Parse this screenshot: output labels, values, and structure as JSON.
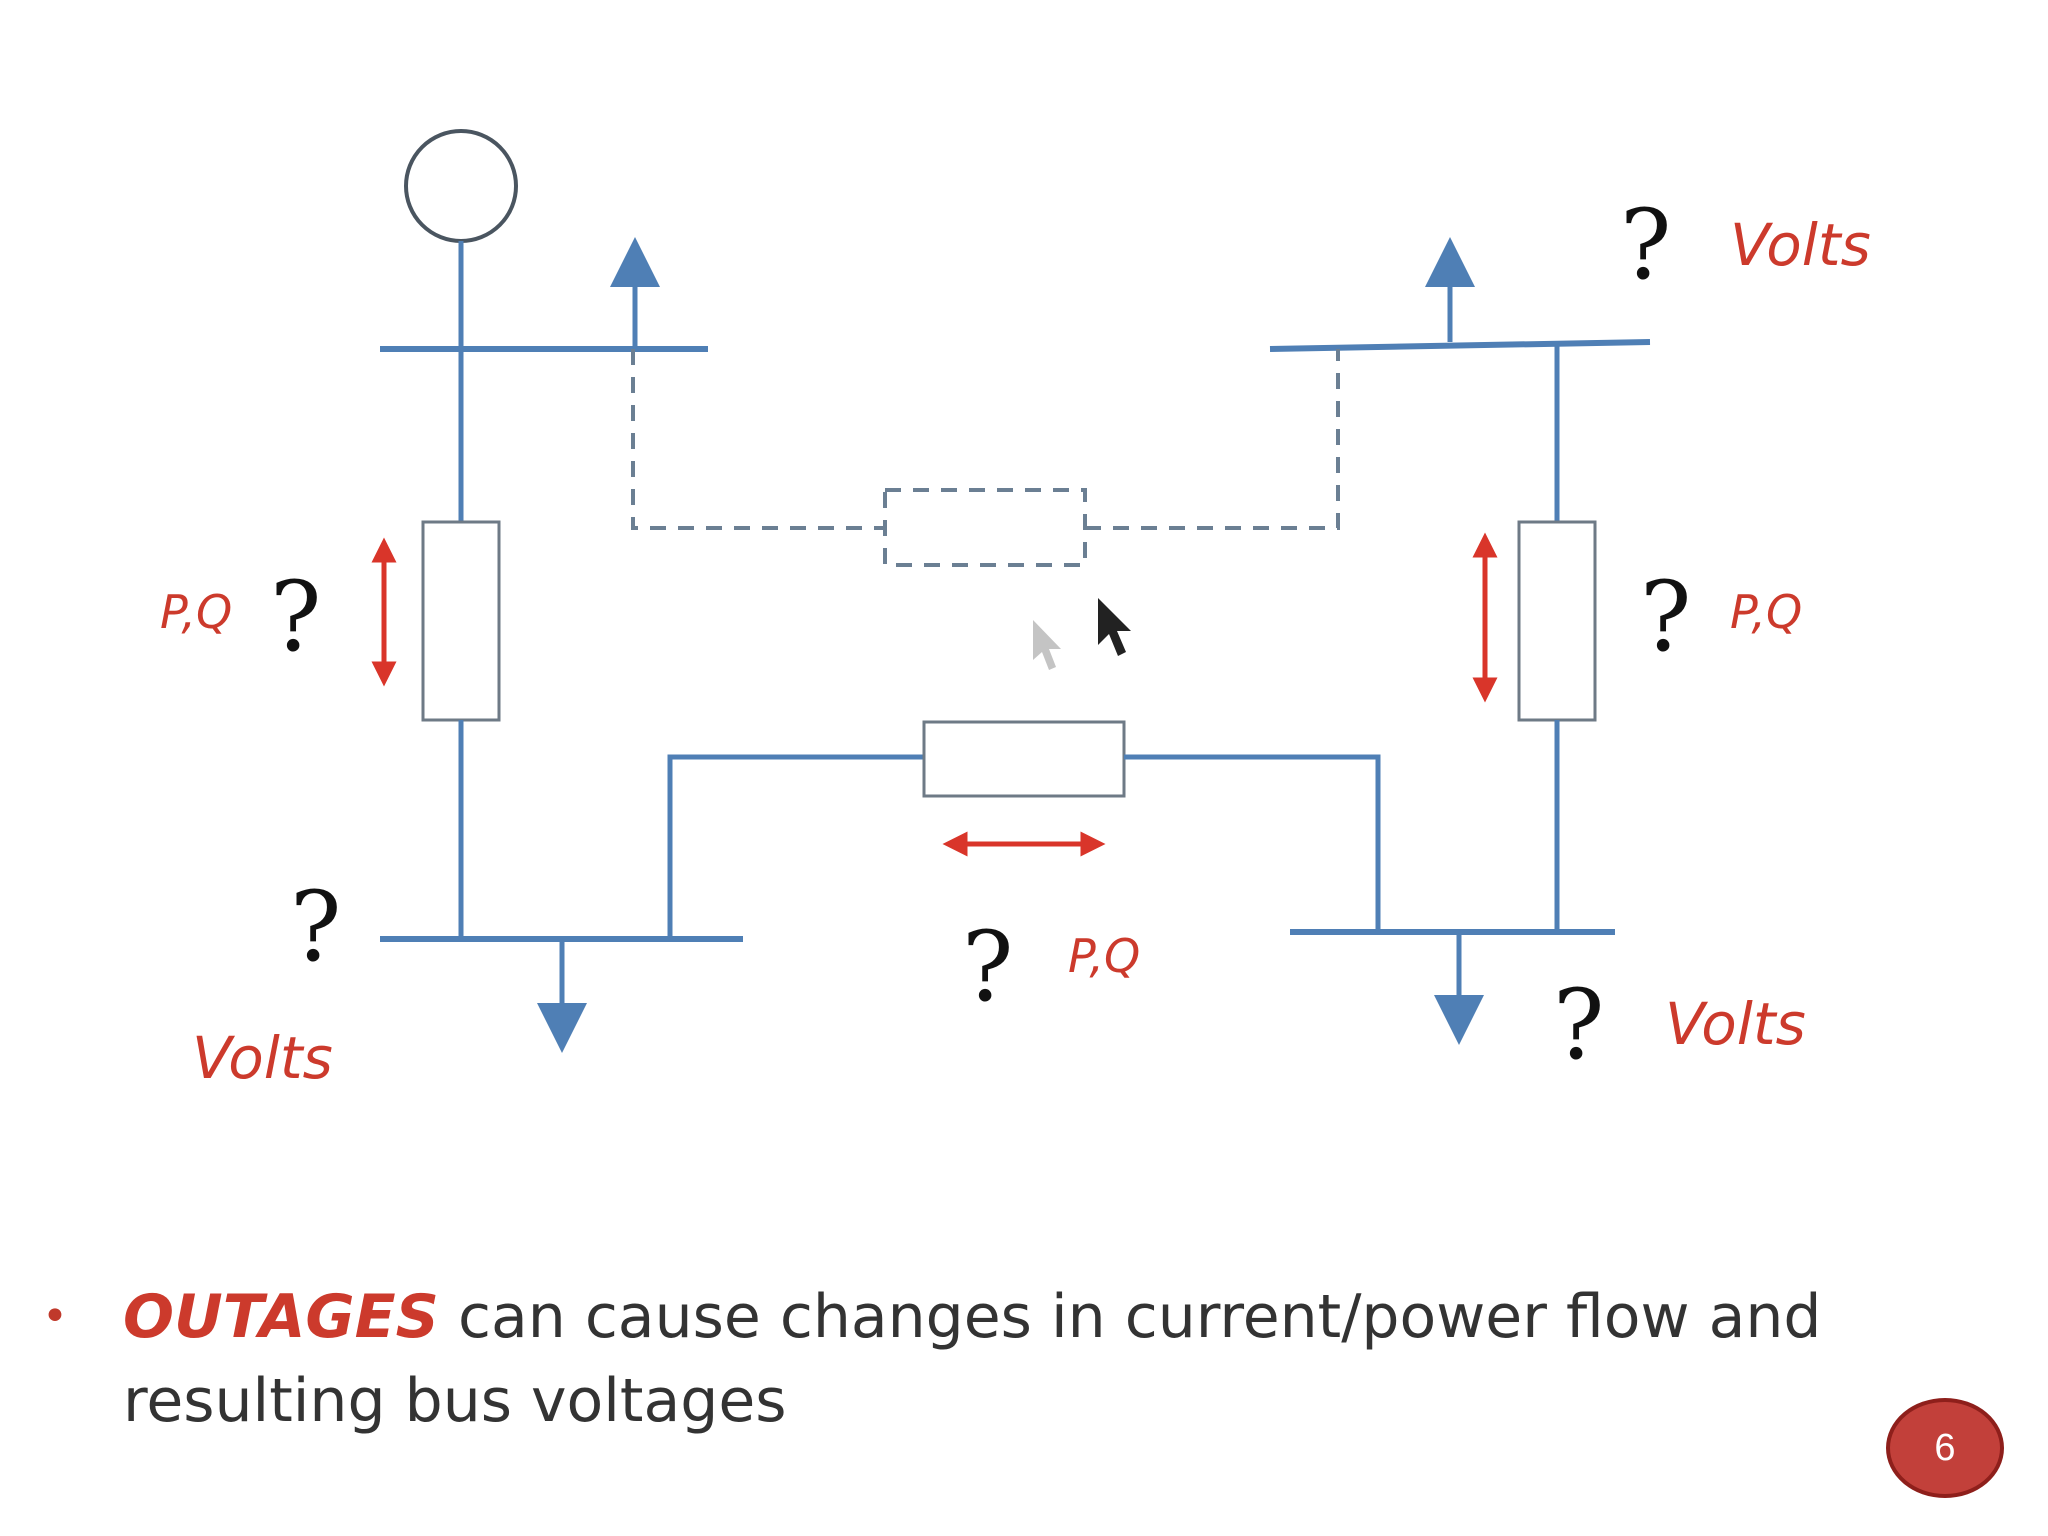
{
  "diagram": {
    "labels": {
      "q_top_right": "?",
      "volts_top_right": "Volts",
      "pq_left_label": "P,Q",
      "q_left": "?",
      "q_right": "?",
      "pq_right_label": "P,Q",
      "q_bottom_left": "?",
      "volts_bottom_left": "Volts",
      "q_middle": "?",
      "pq_middle_label": "P,Q",
      "q_bottom_right": "?",
      "volts_bottom_right": "Volts"
    },
    "colors": {
      "line": "#4f7fb5",
      "arrow": "#d9352a",
      "label_red": "#cc3a2c",
      "dashed": "#6b7f93"
    },
    "icons": [
      "generator-circle-icon",
      "mouse-cursor-icon"
    ]
  },
  "bullet": {
    "emphasis": "OUTAGES",
    "text": " can cause changes in current/power flow and resulting bus voltages"
  },
  "slide": {
    "number": "6"
  }
}
